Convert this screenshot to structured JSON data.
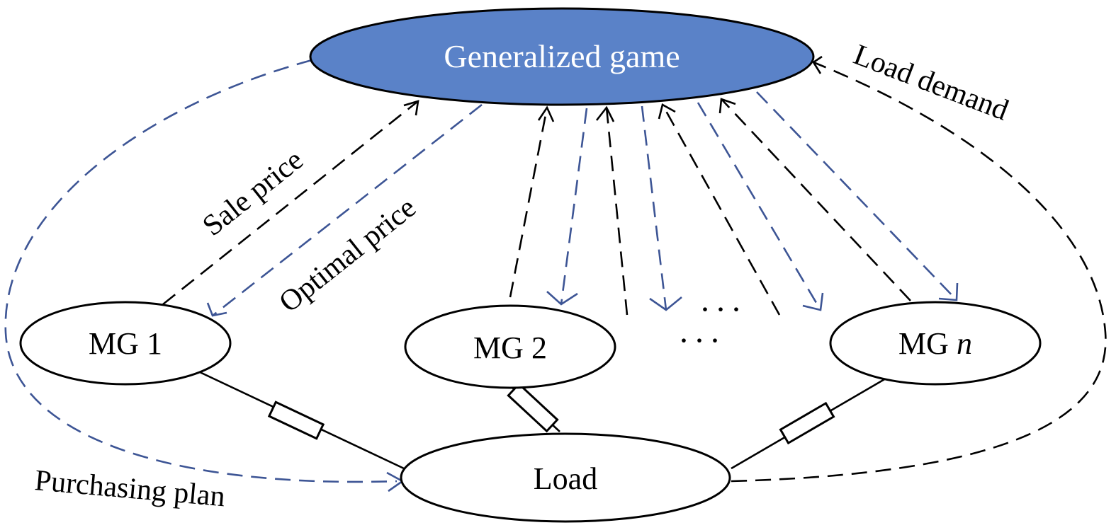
{
  "colors": {
    "game_fill": "#5a82c8",
    "blue_dash": "#3d5595",
    "black": "#000000",
    "white": "#ffffff"
  },
  "nodes": {
    "game": "Generalized game",
    "mg1": "MG 1",
    "mg2": "MG 2",
    "mgn_prefix": "MG ",
    "mgn_index": "n",
    "load": "Load"
  },
  "labels": {
    "sale_price": "Sale price",
    "optimal_price": "Optimal price",
    "load_demand": "Load demand",
    "purchasing_plan": "Purchasing plan"
  },
  "ellipsis": "···"
}
